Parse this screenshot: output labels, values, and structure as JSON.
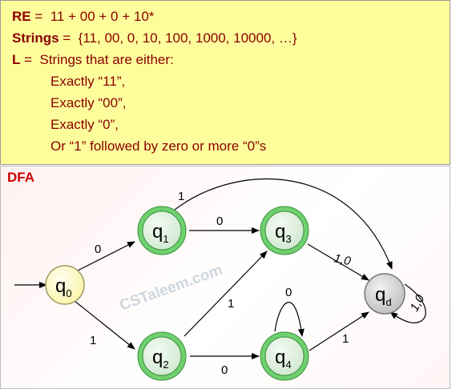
{
  "re": {
    "label": "RE",
    "sep": " =  ",
    "value": "11 + 00 + 0 + 10*"
  },
  "strings": {
    "label": "Strings",
    "sep": " =  ",
    "value": "{11, 00, 0, 10, 100, 1000, 10000, …}"
  },
  "lang": {
    "label": "L",
    "sep": " =  ",
    "value": "Strings that are either:"
  },
  "cases": [
    "Exactly “11”,",
    "Exactly “00”,",
    "Exactly “0”,",
    "Or “1” followed by zero or more “0”s"
  ],
  "dfa_title": "DFA",
  "watermark": "CSTaleem.com",
  "states": [
    {
      "id": "q0",
      "base": "q",
      "sub": "0",
      "type": "start"
    },
    {
      "id": "q1",
      "base": "q",
      "sub": "1",
      "type": "accept"
    },
    {
      "id": "q2",
      "base": "q",
      "sub": "2",
      "type": "accept"
    },
    {
      "id": "q3",
      "base": "q",
      "sub": "3",
      "type": "accept"
    },
    {
      "id": "q4",
      "base": "q",
      "sub": "4",
      "type": "accept"
    },
    {
      "id": "qd",
      "base": "q",
      "sub": "d",
      "type": "dead"
    }
  ],
  "transitions": [
    {
      "from": "q0",
      "to": "q1",
      "label": "0"
    },
    {
      "from": "q0",
      "to": "q2",
      "label": "1"
    },
    {
      "from": "q1",
      "to": "q3",
      "label": "0"
    },
    {
      "from": "q1",
      "to": "qd",
      "label": "1"
    },
    {
      "from": "q2",
      "to": "q3",
      "label": "1"
    },
    {
      "from": "q2",
      "to": "q4",
      "label": "0"
    },
    {
      "from": "q4",
      "to": "q4",
      "label": "0"
    },
    {
      "from": "q3",
      "to": "qd",
      "label": "1,0"
    },
    {
      "from": "q4",
      "to": "qd",
      "label": "1"
    },
    {
      "from": "qd",
      "to": "qd",
      "label": "1,0"
    }
  ]
}
